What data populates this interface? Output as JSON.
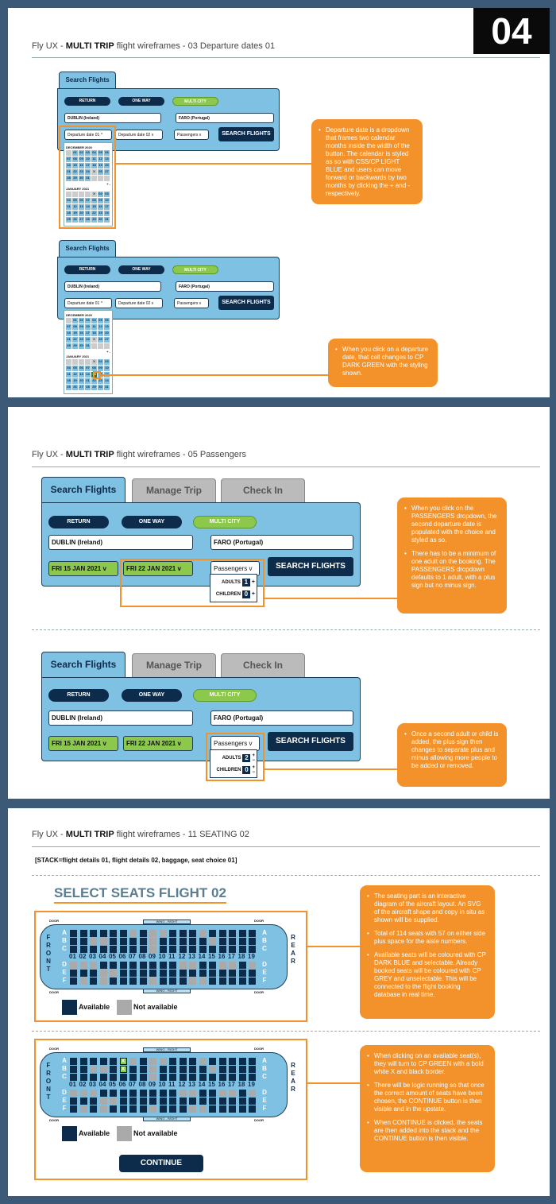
{
  "panel1": {
    "prefix": "Fly UX - ",
    "bold": "MULTI TRIP",
    "suffix": " flight wireframes - 03 Departure dates 01",
    "badge": "04",
    "form": {
      "tab": "Search Flights",
      "return": "RETURN",
      "oneway": "ONE WAY",
      "multicity": "MULTI CITY",
      "from": "DUBLIN (Ireland)",
      "to": "FARO (Portugal)",
      "dep1": "Departure date 01",
      "dep2": "Departure date 02",
      "passengers": "Passengers",
      "search": "SEARCH FLIGHTS"
    },
    "cal": {
      "month1": "DECEMBER 2020",
      "month2": "JANUARY 2021",
      "rows1": [
        [
          "",
          "01",
          "02",
          "03",
          "04",
          "05",
          "06"
        ],
        [
          "07",
          "08",
          "09",
          "10",
          "11",
          "12",
          "13"
        ],
        [
          "14",
          "15",
          "16",
          "17",
          "18",
          "19",
          "20"
        ],
        [
          "21",
          "22",
          "23",
          "24",
          "X",
          "26",
          "27"
        ],
        [
          "28",
          "29",
          "30",
          "31",
          "",
          "",
          ""
        ]
      ],
      "rows2": [
        [
          "",
          "",
          "",
          "",
          "X",
          "02",
          "03"
        ],
        [
          "04",
          "05",
          "06",
          "07",
          "08",
          "09",
          "10"
        ],
        [
          "11",
          "12",
          "13",
          "14",
          "15",
          "16",
          "17"
        ],
        [
          "18",
          "19",
          "20",
          "21",
          "22",
          "23",
          "24"
        ],
        [
          "25",
          "26",
          "27",
          "28",
          "29",
          "30",
          "31"
        ]
      ],
      "plusminus": "+ -"
    },
    "note1": "Departure date is a dropdown that frames two calendar months inside the width of the button. The calendar is styled as so with CSS/CP LIGHT BLUE and users can move forward or backwards by two months by clicking the + and - respectively.",
    "note2": "When you click on a departure date, that cell changes to CP DARK GREEN with the styling shown."
  },
  "panel2": {
    "prefix": "Fly UX - ",
    "bold": "MULTI TRIP",
    "suffix": " flight wireframes - 05 Passengers",
    "tabs": [
      "Search Flights",
      "Manage Trip",
      "Check In"
    ],
    "return": "RETURN",
    "oneway": "ONE WAY",
    "multicity": "MULTI CITY",
    "from": "DUBLIN (Ireland)",
    "to": "FARO (Portugal)",
    "date1": "FRI 15 JAN 2021",
    "date2": "FRI 22 JAN 2021",
    "passengers": "Passengers",
    "search": "SEARCH FLIGHTS",
    "adults": "ADULTS",
    "children": "CHILDREN",
    "a1": "1",
    "c1": "0",
    "a2": "2",
    "c2": "0",
    "note1a": "When you click on the PASSENGERS dropdown, the second departure date is populated with the choice and styled as so.",
    "note1b": "There has to be a minimum of one adult on the booking. The PASSENGERS dropdown defaults to 1 adult, with a plus sign but no minus sign.",
    "note2": "Once a second adult or child is added, the plus sign then changes to separate plus and minus allowing more people to be added or removed."
  },
  "panel3": {
    "prefix": "Fly UX - ",
    "bold": "MULTI TRIP",
    "suffix": " flight wireframes - 11 SEATING 02",
    "stack": "[STACK=flight details 01, flight details 02, baggage, seat choice 01]",
    "heading": "SELECT SEATS FLIGHT 02",
    "door": "DOOR",
    "wing": "WING - RIGHT",
    "front": "FRONT",
    "rear": "REAR",
    "letters": [
      "A",
      "B",
      "C",
      "D",
      "E",
      "F"
    ],
    "numbers": [
      "01",
      "02",
      "03",
      "04",
      "05",
      "06",
      "07",
      "08",
      "09",
      "10",
      "11",
      "12",
      "13",
      "14",
      "15",
      "16",
      "17",
      "18",
      "19"
    ],
    "available": "Available",
    "notavailable": "Not available",
    "continue": "CONTINUE",
    "note1a": "The seating part is an interactive diagram of the aircraft layout. An SVG of the aircraft shape and copy in situ as shown will be supplied.",
    "note1b": "Total of 114 seats with 57 on either side plus space for the aisle numbers.",
    "note1c": "Available seats will be coloured with CP DARK BLUE and selectable. Already booked seats will be coloured with CP GREY and unselectable. This will be connected to the flight booking database in real time.",
    "note2a": "When clicking on an available seat(s), they will turn to CP GREEN with a bold white X and black border.",
    "note2b": "There will be logic running so that once the correct amount of seats have been chosen, the CONTINUE button is then visible and in the upstate.",
    "note2c": "When CONTINUE is clicked, the seats are then added into the stack and the CONTINUE button is then visible.",
    "seatmap": [
      [
        1,
        1,
        1,
        1,
        1,
        1,
        0,
        1,
        0,
        0,
        1,
        1,
        1,
        0,
        1,
        1,
        1,
        1,
        1
      ],
      [
        1,
        1,
        0,
        0,
        1,
        1,
        1,
        1,
        0,
        1,
        1,
        1,
        1,
        1,
        0,
        1,
        1,
        1,
        1
      ],
      [
        1,
        1,
        1,
        1,
        1,
        1,
        1,
        1,
        0,
        1,
        1,
        1,
        1,
        1,
        1,
        1,
        1,
        1,
        1
      ],
      [
        0,
        0,
        0,
        1,
        1,
        1,
        1,
        1,
        1,
        1,
        1,
        0,
        0,
        1,
        1,
        0,
        0,
        1,
        0
      ],
      [
        1,
        1,
        1,
        0,
        0,
        1,
        1,
        1,
        1,
        1,
        1,
        1,
        1,
        1,
        1,
        1,
        1,
        1,
        1
      ],
      [
        1,
        0,
        1,
        0,
        1,
        1,
        1,
        1,
        0,
        1,
        1,
        1,
        0,
        0,
        1,
        1,
        1,
        1,
        1
      ]
    ]
  }
}
